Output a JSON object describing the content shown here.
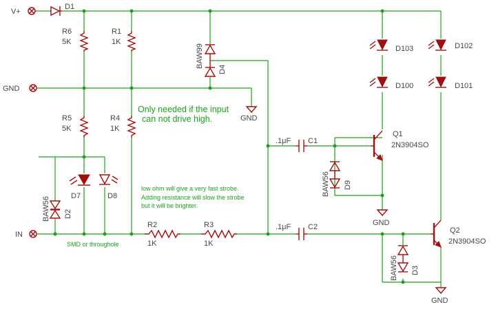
{
  "colors": {
    "wire": "#1e9e1e",
    "component": "#9e1010",
    "label": "#444444",
    "note": "#1e9e1e",
    "background": "#ffffff"
  },
  "ports": {
    "vplus": "V+",
    "gnd": "GND",
    "in": "IN"
  },
  "resistors": {
    "r6": {
      "name": "R6",
      "value": "5K"
    },
    "r1": {
      "name": "R1",
      "value": "1K"
    },
    "r5": {
      "name": "R5",
      "value": "5K"
    },
    "r4": {
      "name": "R4",
      "value": "1K"
    },
    "r2": {
      "name": "R2",
      "value": "1K"
    },
    "r3": {
      "name": "R3",
      "value": "1K"
    }
  },
  "diodes": {
    "d1": "D1",
    "d4": "D4",
    "d4_part": "BAW99",
    "d7": "D7",
    "d8": "D8",
    "d2": "D2",
    "d2_part": "BAW56",
    "d9": "D9",
    "d9_part": "BAW56",
    "d3": "D3",
    "d3_part": "BAW56",
    "d103": "D103",
    "d100": "D100",
    "d102": "D102",
    "d101": "D101"
  },
  "capacitors": {
    "c1": {
      "name": "C1",
      "value": ".1μF"
    },
    "c2": {
      "name": "C2",
      "value": ".1μF"
    }
  },
  "transistors": {
    "q1": {
      "name": "Q1",
      "part": "2N3904SO"
    },
    "q2": {
      "name": "Q2",
      "part": "2N3904SO"
    }
  },
  "grounds": {
    "g1": "GND",
    "g2": "GND",
    "g3": "GND"
  },
  "notes": {
    "input_line1": "Only needed if the input",
    "input_line2": "can not drive high.",
    "strobe_line1": "low ohm will give a very fast strobe.",
    "strobe_line2": "Adding resistance will slow the strobe",
    "strobe_line3": "but it will be brighter.",
    "smd": "SMD or throughole"
  }
}
